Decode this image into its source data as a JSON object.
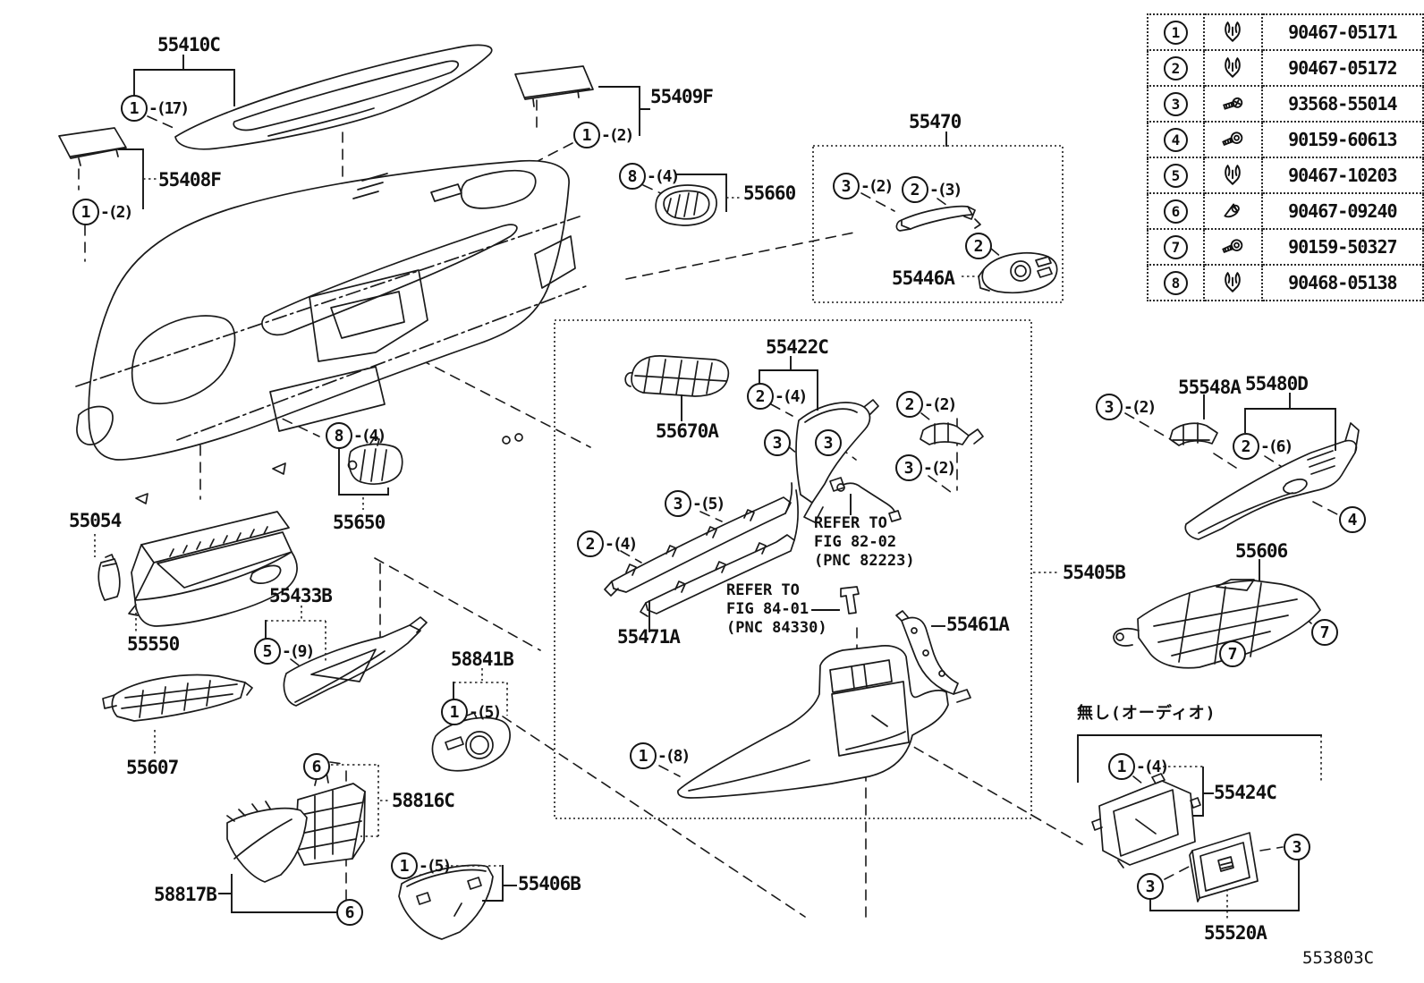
{
  "diagram_code": "553803C",
  "fastener_table": {
    "rows": [
      {
        "num": "1",
        "icon": "clip-icon",
        "part_number": "90467-05171"
      },
      {
        "num": "2",
        "icon": "clip-icon",
        "part_number": "90467-05172"
      },
      {
        "num": "3",
        "icon": "screw-icon",
        "part_number": "93568-55014"
      },
      {
        "num": "4",
        "icon": "screw-washer-icon",
        "part_number": "90159-60613"
      },
      {
        "num": "5",
        "icon": "clip-icon",
        "part_number": "90467-10203"
      },
      {
        "num": "6",
        "icon": "grommet-screw-icon",
        "part_number": "90467-09240"
      },
      {
        "num": "7",
        "icon": "screw-washer-icon",
        "part_number": "90159-50327"
      },
      {
        "num": "8",
        "icon": "clip-icon",
        "part_number": "90468-05138"
      }
    ]
  },
  "parts": {
    "p55410C": "55410C",
    "p55408F": "55408F",
    "p55409F": "55409F",
    "p55660": "55660",
    "p55470": "55470",
    "p55446A": "55446A",
    "p55422C": "55422C",
    "p55670A": "55670A",
    "p55650": "55650",
    "p55054": "55054",
    "p55550": "55550",
    "p55433B": "55433B",
    "p58841B": "58841B",
    "p55607": "55607",
    "p58816C": "58816C",
    "p58817B": "58817B",
    "p55406B": "55406B",
    "p55471A": "55471A",
    "p55461A": "55461A",
    "p55405B": "55405B",
    "p55548A": "55548A",
    "p55480D": "55480D",
    "p55606": "55606",
    "p55424C": "55424C",
    "p55520A": "55520A"
  },
  "callouts": {
    "c55410": {
      "num": "1",
      "count": "-(17)"
    },
    "c55408F": {
      "num": "1",
      "count": "-(2)"
    },
    "c55409F": {
      "num": "1",
      "count": "-(2)"
    },
    "c55660": {
      "num": "8",
      "count": "-(4)"
    },
    "c55470_3": {
      "num": "3",
      "count": "-(2)"
    },
    "c55470_2a": {
      "num": "2",
      "count": "-(3)"
    },
    "c55470_2b": {
      "num": "2"
    },
    "c55650": {
      "num": "8",
      "count": "-(4)"
    },
    "c55422C": {
      "num": "2",
      "count": "-(4)"
    },
    "c55422C_3a": {
      "num": "3"
    },
    "c55422C_3b": {
      "num": "3"
    },
    "c_2_2": {
      "num": "2",
      "count": "-(2)"
    },
    "c_3_2": {
      "num": "3",
      "count": "-(2)"
    },
    "c_3_5": {
      "num": "3",
      "count": "-(5)"
    },
    "c_2_4": {
      "num": "2",
      "count": "-(4)"
    },
    "c_1_8": {
      "num": "1",
      "count": "-(8)"
    },
    "c55433B": {
      "num": "5",
      "count": "-(9)"
    },
    "c58841B": {
      "num": "1",
      "count": "-(5)"
    },
    "c58816C": {
      "num": "6"
    },
    "c58817B": {
      "num": "6"
    },
    "c55406B": {
      "num": "1",
      "count": "-(5)"
    },
    "c55548A": {
      "num": "3",
      "count": "-(2)"
    },
    "c55480D": {
      "num": "2",
      "count": "-(6)"
    },
    "c55480D_4": {
      "num": "4"
    },
    "c55606_7a": {
      "num": "7"
    },
    "c55606_7b": {
      "num": "7"
    },
    "c55424C": {
      "num": "1",
      "count": "-(4)"
    },
    "c55520A_3a": {
      "num": "3"
    },
    "c55520A_3b": {
      "num": "3"
    }
  },
  "notes": {
    "refer_82": "REFER TO\nFIG 82-02\n(PNC 82223)",
    "refer_84": "REFER TO\nFIG 84-01\n(PNC 84330)",
    "no_audio": "無し(オーディオ)"
  }
}
